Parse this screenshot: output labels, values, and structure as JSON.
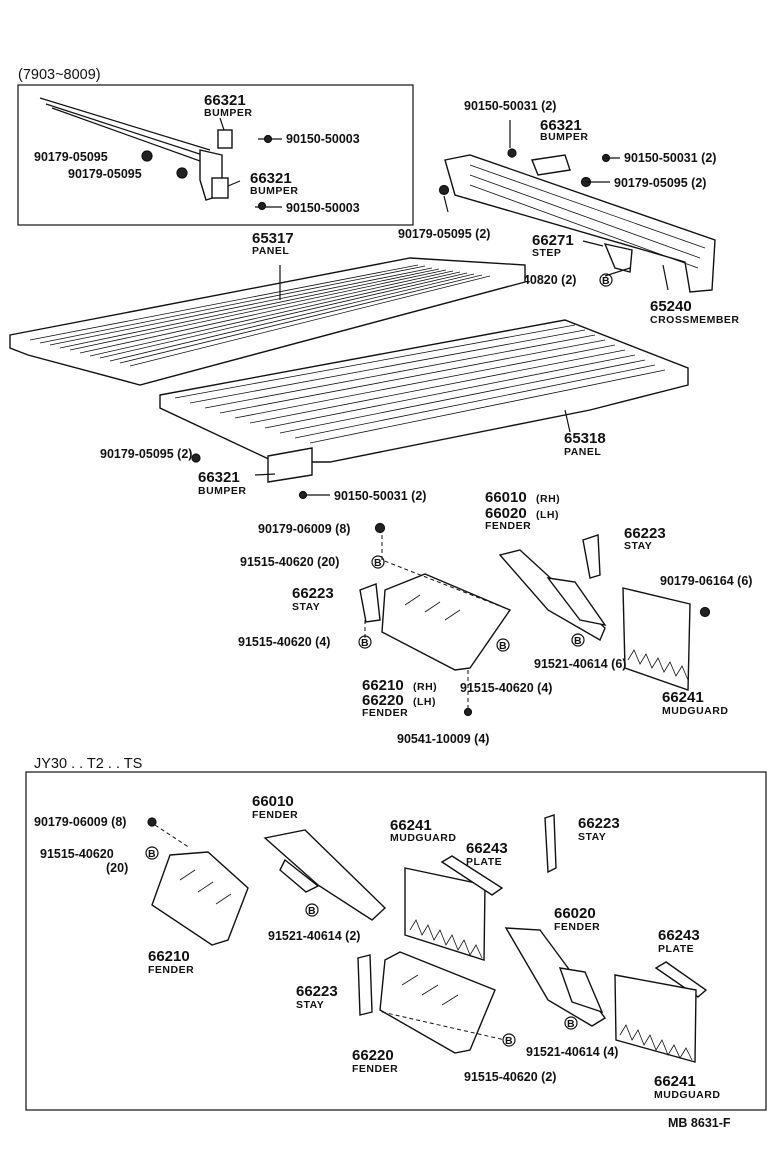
{
  "top_box": {
    "title": "(7903~8009)",
    "labels": {
      "bumper_a_num": "66321",
      "bumper_a_name": "BUMPER",
      "screw_a": "90150-50003",
      "nut_a": "90179-05095",
      "nut_b": "90179-05095",
      "bumper_b_num": "66321",
      "bumper_b_name": "BUMPER",
      "screw_b": "90150-50003"
    }
  },
  "upper": {
    "screw_cm_top": "90150-50031 (2)",
    "bumper_cm_num": "66321",
    "bumper_cm_name": "BUMPER",
    "screw_cm_right": "90150-50031 (2)",
    "nut_cm_right": "90179-05095 (2)",
    "nut_cm_left": "90179-05095 (2)",
    "step_num": "66271",
    "step_name": "STEP",
    "bolt_step": "91521-40820 (2)",
    "crossmember_num": "65240",
    "crossmember_name": "CROSSMEMBER",
    "panel_a_num": "65317",
    "panel_a_name": "PANEL",
    "panel_b_num": "65318",
    "panel_b_name": "PANEL",
    "nut_panel": "90179-05095 (2)",
    "bumper_panel_num": "66321",
    "bumper_panel_name": "BUMPER",
    "screw_panel": "90150-50031 (2)"
  },
  "middle": {
    "fender_rh_num_a": "66010",
    "fender_rh_tag_a": "(RH)",
    "fender_lh_num_a": "66020",
    "fender_lh_tag_a": "(LH)",
    "fender_name_a": "FENDER",
    "nut_fender": "90179-06009 (8)",
    "bolt_fender_a": "91515-40620 (20)",
    "stay_num_r": "66223",
    "stay_name_r": "STAY",
    "stay_num_l": "66223",
    "stay_name_l": "STAY",
    "bolt_stay": "91515-40620 (4)",
    "nut_mudguard": "90179-06164 (6)",
    "bolt_fender_b": "91521-40614 (6)",
    "bolt_fender_c": "91515-40620 (4)",
    "fender_rh_num_b": "66210",
    "fender_rh_tag_b": "(RH)",
    "fender_lh_num_b": "66220",
    "fender_lh_tag_b": "(LH)",
    "fender_name_b": "FENDER",
    "mudguard_num": "66241",
    "mudguard_name": "MUDGUARD",
    "nut_bottom": "90541-10009 (4)"
  },
  "bottom_box": {
    "title": "JY30 . . T2 . . TS",
    "nut": "90179-06009 (8)",
    "bolt_a": "91515-40620",
    "bolt_a_qty": "(20)",
    "fender_66010_num": "66010",
    "fender_66010_name": "FENDER",
    "mudguard_a_num": "66241",
    "mudguard_a_name": "MUDGUARD",
    "plate_a_num": "66243",
    "plate_a_name": "PLATE",
    "stay_a_num": "66223",
    "stay_a_name": "STAY",
    "bolt_b": "91521-40614 (2)",
    "fender_66210_num": "66210",
    "fender_66210_name": "FENDER",
    "fender_66020_num": "66020",
    "fender_66020_name": "FENDER",
    "plate_b_num": "66243",
    "plate_b_name": "PLATE",
    "stay_b_num": "66223",
    "stay_b_name": "STAY",
    "fender_66220_num": "66220",
    "fender_66220_name": "FENDER",
    "bolt_c": "91515-40620 (2)",
    "bolt_d": "91521-40614 (4)",
    "mudguard_b_num": "66241",
    "mudguard_b_name": "MUDGUARD"
  },
  "footer": {
    "code": "MB  8631-F"
  },
  "markers": {
    "b_symbol": "B"
  },
  "colors": {
    "ink": "#111111",
    "paper": "#ffffff"
  }
}
